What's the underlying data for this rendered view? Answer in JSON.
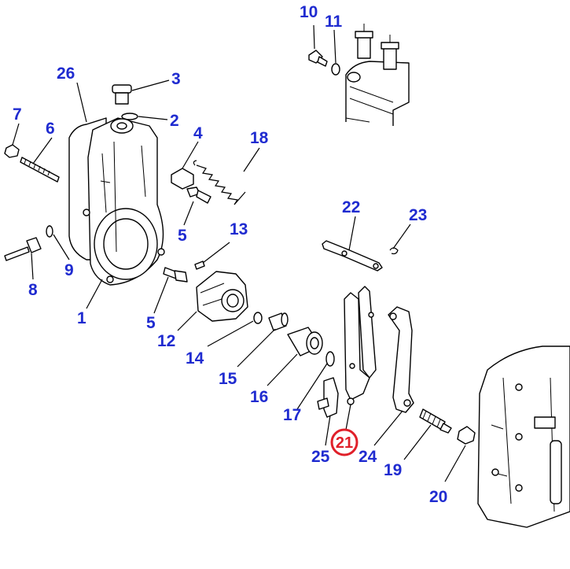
{
  "diagram": {
    "highlight_color": "#e0202a",
    "label_color": "#1f2bd0",
    "callouts": [
      {
        "id": "c10",
        "text": "10"
      },
      {
        "id": "c11",
        "text": "11"
      },
      {
        "id": "c26",
        "text": "26"
      },
      {
        "id": "c3",
        "text": "3"
      },
      {
        "id": "c2",
        "text": "2"
      },
      {
        "id": "c7",
        "text": "7"
      },
      {
        "id": "c6",
        "text": "6"
      },
      {
        "id": "c4",
        "text": "4"
      },
      {
        "id": "c18",
        "text": "18"
      },
      {
        "id": "c5a",
        "text": "5"
      },
      {
        "id": "c13",
        "text": "13"
      },
      {
        "id": "c9",
        "text": "9"
      },
      {
        "id": "c8",
        "text": "8"
      },
      {
        "id": "c1",
        "text": "1"
      },
      {
        "id": "c5b",
        "text": "5"
      },
      {
        "id": "c12",
        "text": "12"
      },
      {
        "id": "c14",
        "text": "14"
      },
      {
        "id": "c15",
        "text": "15"
      },
      {
        "id": "c16",
        "text": "16"
      },
      {
        "id": "c17",
        "text": "17"
      },
      {
        "id": "c22",
        "text": "22"
      },
      {
        "id": "c23",
        "text": "23"
      },
      {
        "id": "c21",
        "text": "21",
        "highlighted": true
      },
      {
        "id": "c25",
        "text": "25"
      },
      {
        "id": "c24",
        "text": "24"
      },
      {
        "id": "c19",
        "text": "19"
      },
      {
        "id": "c20",
        "text": "20"
      }
    ]
  }
}
